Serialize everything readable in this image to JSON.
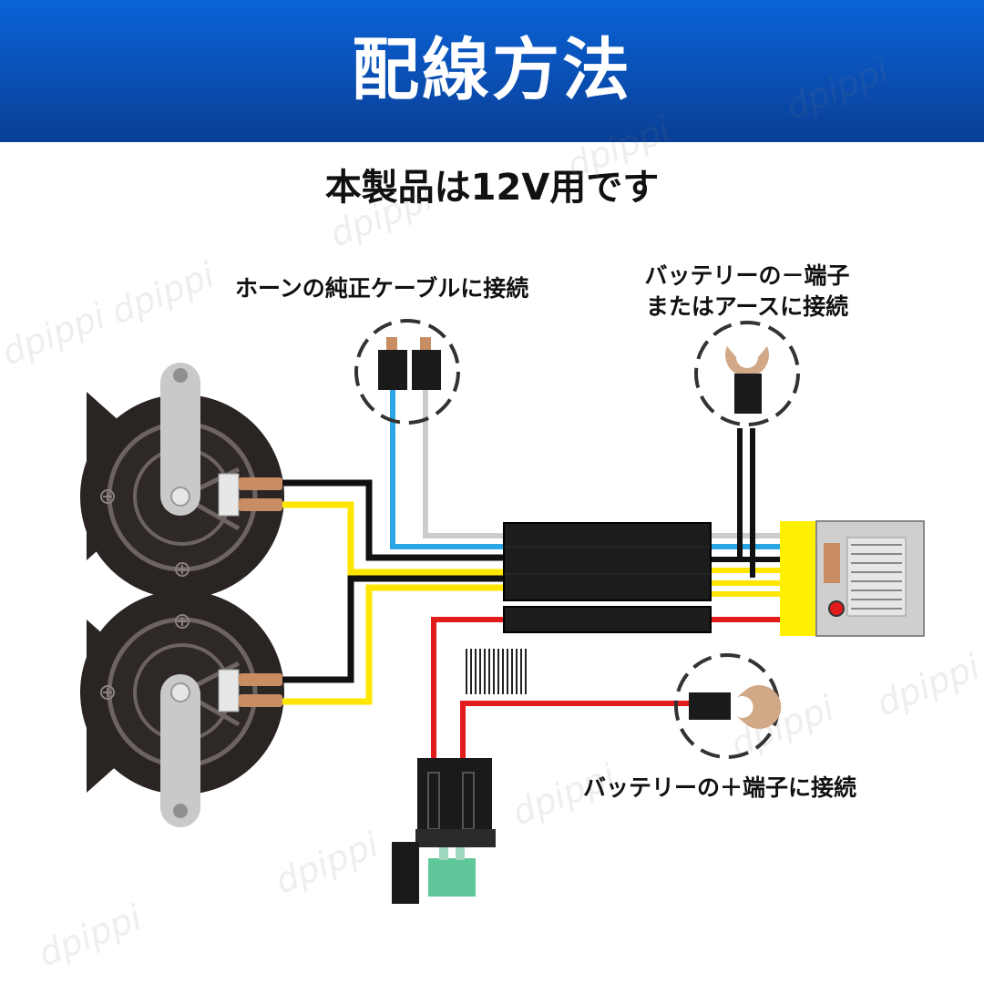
{
  "title": "配線方法",
  "subtitle": "本製品は12V用です",
  "labels": {
    "horn_cable": "ホーンの純正ケーブルに接続",
    "battery_negative_line1": "バッテリーの－端子",
    "battery_negative_line2": "またはアースに接続",
    "battery_positive": "バッテリーの＋端子に接続"
  },
  "watermark": "dpippi",
  "colors": {
    "banner": "#0a56c4",
    "wire_black": "#111111",
    "wire_yellow": "#ffe600",
    "wire_blue": "#2aa6e6",
    "wire_gray": "#cccccc",
    "wire_red": "#e21b1b",
    "relay_yellow": "#ffef00",
    "fuse_green": "#5fc79a"
  }
}
